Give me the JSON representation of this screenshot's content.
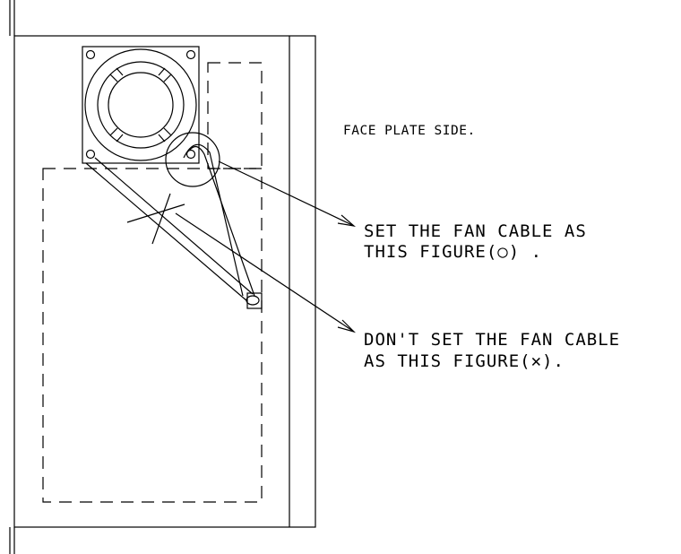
{
  "labels": {
    "face_plate": "FACE PLATE SIDE.",
    "correct_line1": "SET THE FAN CABLE AS",
    "correct_line2": "THIS FIGURE(○) .",
    "wrong_line1": "DON'T SET THE FAN CABLE",
    "wrong_line2": "AS THIS FIGURE(✕)."
  },
  "colors": {
    "line": "#000000",
    "background": "#ffffff"
  }
}
